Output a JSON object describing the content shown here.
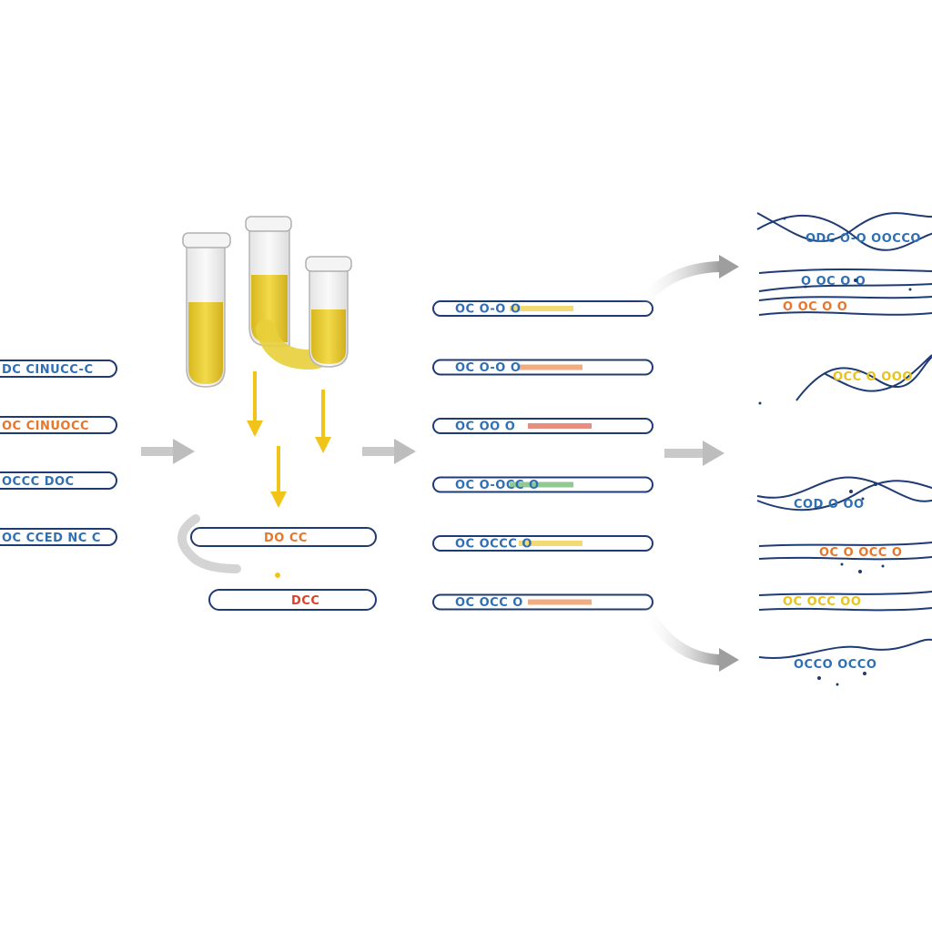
{
  "colors": {
    "background": "#ffffff",
    "strand_outline": "#1f3b73",
    "base_blue": "#2f6fb3",
    "base_yellow": "#e9c21a",
    "base_orange": "#e8762a",
    "base_red": "#d9412b",
    "base_green": "#4aa54a",
    "liquid_yellow": "#e8cf3a",
    "tube_glass": "#f1f1f1",
    "arrow_gray": "#bdbdbd",
    "arrow_yellow": "#f0c419"
  },
  "panels": {
    "input_strands": [
      {
        "text": "DC CINUCC-C"
      },
      {
        "text": "OC CINUOCC"
      },
      {
        "text": "OCCC DOC"
      },
      {
        "text": "OC CCED NC C"
      }
    ],
    "tube_stage": {
      "tube_count": 3,
      "icon": "test-tubes-icon",
      "loop_strand_text": "DO CC",
      "bottom_strand_text": "DCC"
    },
    "processed_strands": [
      {
        "text": "OC O-O O"
      },
      {
        "text": "OC O-O O"
      },
      {
        "text": "OC OO O"
      },
      {
        "text": "OC O-OCC O"
      },
      {
        "text": "OC OCCC O"
      },
      {
        "text": "OC OCC O"
      }
    ],
    "output_helices_top": [
      {
        "text": "ODC O-O OOCCO"
      },
      {
        "text": "O OC O O"
      },
      {
        "text": "O OC O O"
      },
      {
        "text": "OCC O OOO"
      }
    ],
    "output_helices_bottom": [
      {
        "text": "COD O OO"
      },
      {
        "text": "OC O OCC O"
      },
      {
        "text": "OC OCC OO"
      },
      {
        "text": "OCCO OCCO"
      }
    ]
  }
}
